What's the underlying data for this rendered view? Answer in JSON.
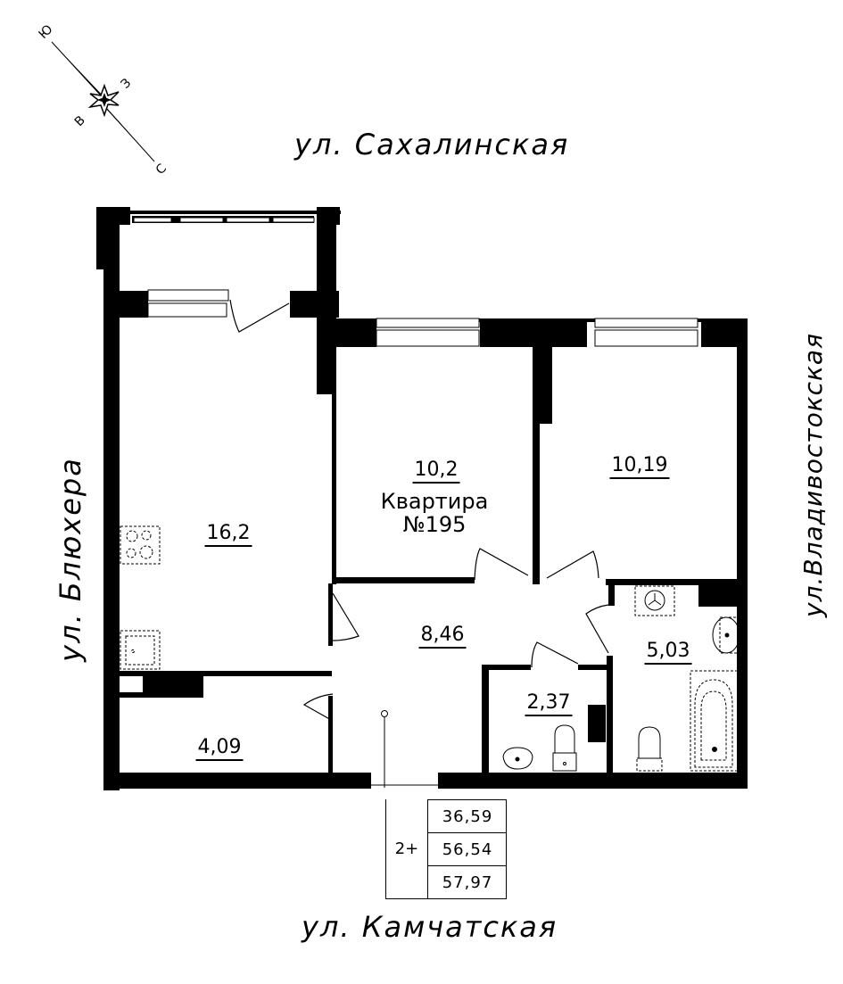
{
  "streets": {
    "north": "ул. Сахалинская",
    "south": "ул. Камчатская",
    "west": "ул. Блюхера",
    "east": "ул.Владивостокская"
  },
  "compass": {
    "labels": {
      "south": "Ю",
      "west": "З",
      "east": "В",
      "north": "С"
    }
  },
  "apartment": {
    "title": "Квартира",
    "number": "№195"
  },
  "rooms": [
    {
      "id": "kitchen-living",
      "area": "16,2"
    },
    {
      "id": "bedroom-1",
      "area": "10,2"
    },
    {
      "id": "bedroom-2",
      "area": "10,19"
    },
    {
      "id": "hallway",
      "area": "8,46"
    },
    {
      "id": "storage",
      "area": "4,09"
    },
    {
      "id": "toilet",
      "area": "2,37"
    },
    {
      "id": "bathroom",
      "area": "5,03"
    }
  ],
  "summary": {
    "rooms_count": "2+",
    "living_area": "36,59",
    "total_area": "56,54",
    "total_area_with_balcony": "57,97"
  },
  "colors": {
    "wall": "#000000",
    "background": "#ffffff"
  }
}
